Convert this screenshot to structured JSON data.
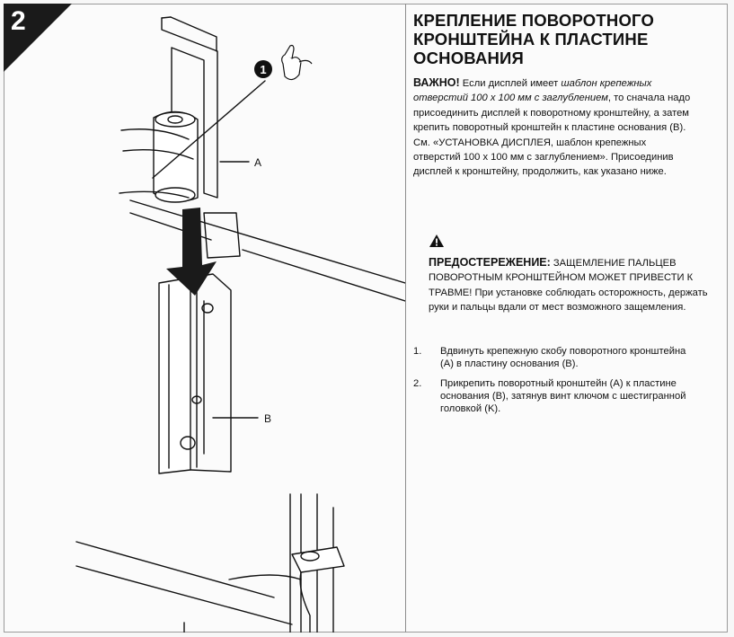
{
  "step_number": "2",
  "callout_number": "1",
  "labels": {
    "a": "A",
    "b": "B"
  },
  "title": "КРЕПЛЕНИЕ ПОВОРОТНОГО КРОНШТЕЙНА К ПЛАСТИНЕ ОСНОВАНИЯ",
  "important": {
    "head": "ВАЖНО!",
    "text_1": " Если дисплей имеет ",
    "italic": "шаблон крепежных отверстий 100 x 100 мм с заглублением",
    "text_2": ", то сначала надо присоединить дисплей к поворотному кронштейну, а затем крепить поворотный кронштейн к пластине основания (B). См. «УСТАНОВКА ДИСПЛЕЯ, шаблон крепежных отверстий 100 x 100 мм с заглублением». Присоединив дисплей к кронштейну, продолжить, как указано ниже."
  },
  "caution": {
    "head": "ПРЕДОСТЕРЕЖЕНИЕ:",
    "caps": " ЗАЩЕМЛЕНИЕ ПАЛЬЦЕВ ПОВОРОТНЫМ КРОНШТЕЙНОМ МОЖЕТ ПРИВЕСТИ К ТРАВМЕ!",
    "text": " При установке соблюдать осторожность, держать руки и пальцы вдали от мест возможного защемления."
  },
  "steps": [
    {
      "n": "1.",
      "text": "Вдвинуть крепежную скобу поворотного кронштейна (A) в пластину основания (B)."
    },
    {
      "n": "2.",
      "text": "Прикрепить поворотный кронштейн (A) к пластине основания (B), затянув винт ключом с шестигранной головкой (K)."
    }
  ],
  "icons": {
    "warning": "warning-triangle-icon",
    "hand": "hand-pointer-icon"
  }
}
